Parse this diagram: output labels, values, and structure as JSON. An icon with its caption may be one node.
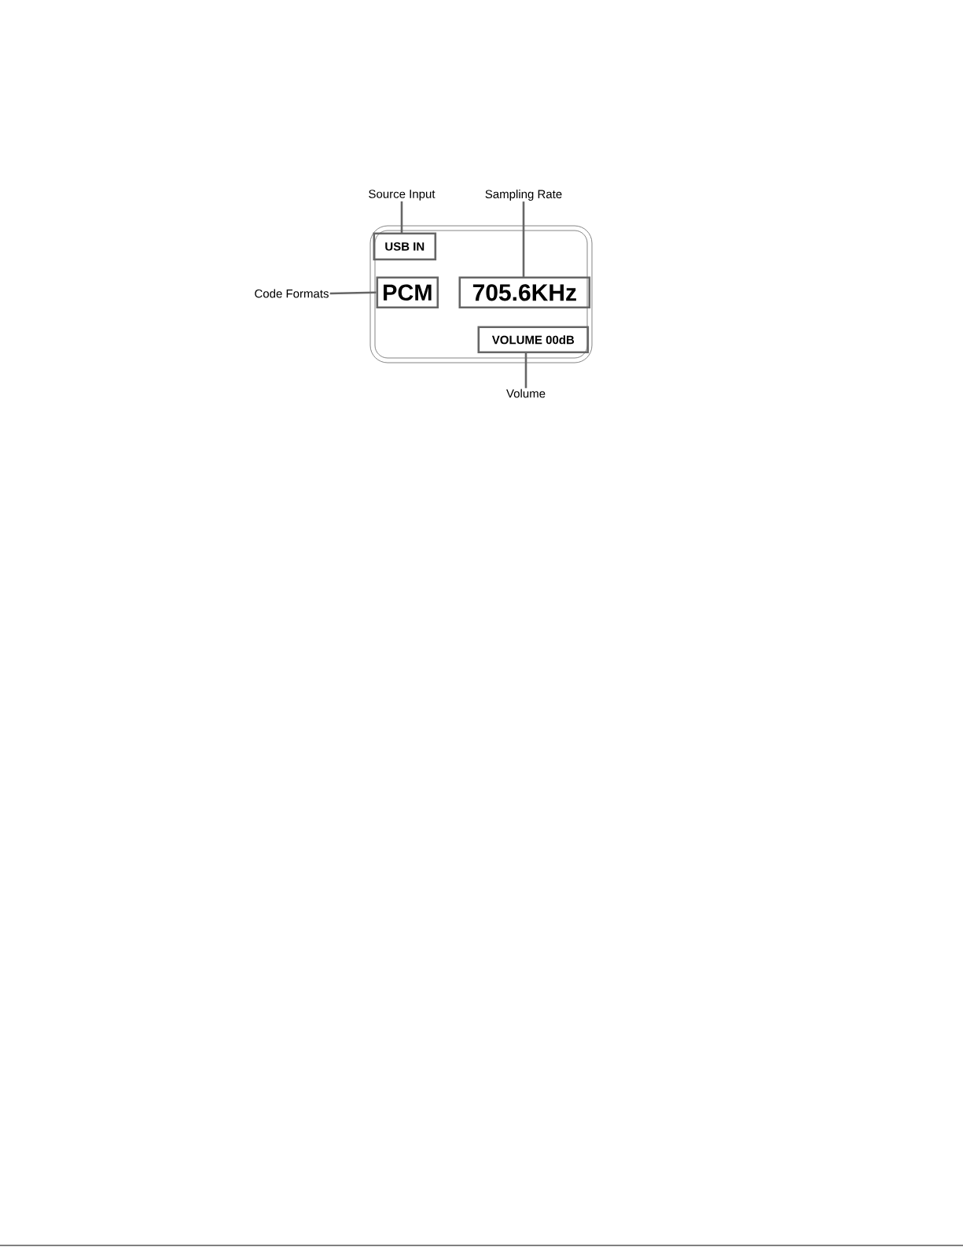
{
  "diagram": {
    "nodes": [
      {
        "text": [],
        "shape": "box"
      },
      {
        "text": [
          "USB IN"
        ],
        "in": 0
      },
      {
        "text": [
          "PCM"
        ],
        "in": 0
      },
      {
        "text": [
          "705.6KHz"
        ],
        "in": 0
      },
      {
        "text": [
          "VOLUME  00dB"
        ],
        "in": 0
      },
      {
        "text": [
          "Source  Input"
        ]
      },
      {
        "text": [
          "Sampling Rate"
        ]
      },
      {
        "text": [
          "Code Formats"
        ]
      },
      {
        "text": [
          "Volume"
        ]
      }
    ],
    "edges": [
      {
        "from": 5,
        "to": 1,
        "arrow": "none"
      },
      {
        "from": 6,
        "to": 3,
        "arrow": "none"
      },
      {
        "from": 7,
        "to": 2,
        "arrow": "none"
      },
      {
        "from": 8,
        "to": 4,
        "arrow": "none"
      }
    ]
  }
}
